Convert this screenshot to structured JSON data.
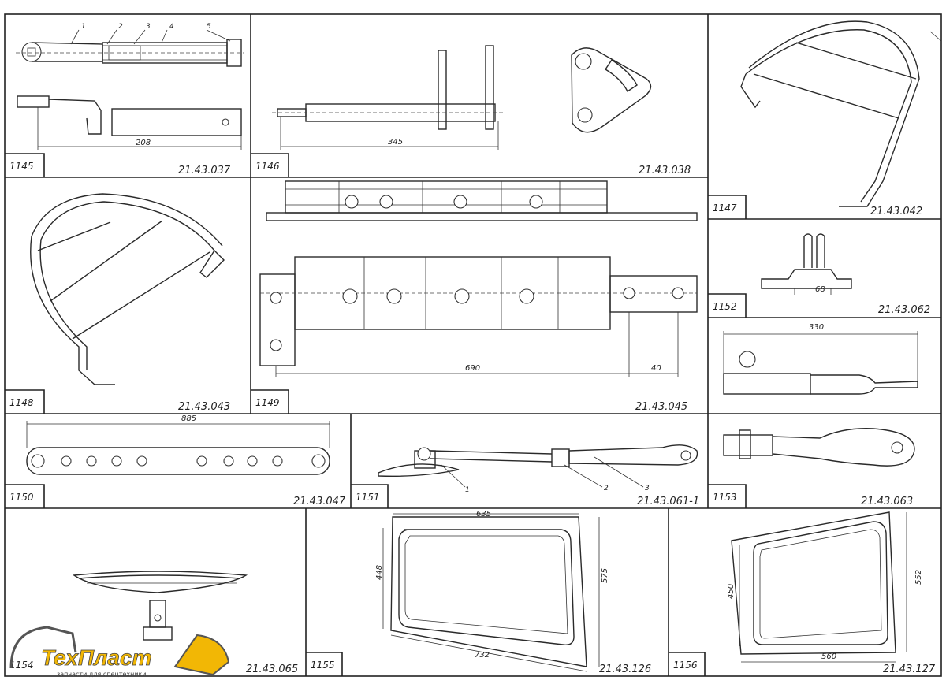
{
  "panels": [
    {
      "num": "1145",
      "code": "21.43.037",
      "dims": [
        "208"
      ],
      "callouts": [
        "1",
        "2",
        "3",
        "4",
        "5"
      ]
    },
    {
      "num": "1146",
      "code": "21.43.038",
      "dims": [
        "345"
      ]
    },
    {
      "num": "1147",
      "code": "21.43.042"
    },
    {
      "num": "1148",
      "code": "21.43.043"
    },
    {
      "num": "1149",
      "code": "21.43.045",
      "dims": [
        "690",
        "40"
      ]
    },
    {
      "num": "1150",
      "code": "21.43.047",
      "dims": [
        "885"
      ]
    },
    {
      "num": "1151",
      "code": "21.43.061-1",
      "callouts": [
        "1",
        "2",
        "3"
      ]
    },
    {
      "num": "1152",
      "code": "21.43.062",
      "dims": [
        "68"
      ]
    },
    {
      "num": "1153",
      "code": "21.43.063",
      "dims": [
        "330"
      ]
    },
    {
      "num": "1154",
      "code": "21.43.065"
    },
    {
      "num": "1155",
      "code": "21.43.126",
      "dims": [
        "635",
        "448",
        "575",
        "732"
      ]
    },
    {
      "num": "1156",
      "code": "21.43.127",
      "dims": [
        "450",
        "552",
        "560"
      ]
    }
  ],
  "logo": {
    "name": "ТехПласт",
    "tagline": "запчасти для спецтехники",
    "color": "#f2b705"
  }
}
